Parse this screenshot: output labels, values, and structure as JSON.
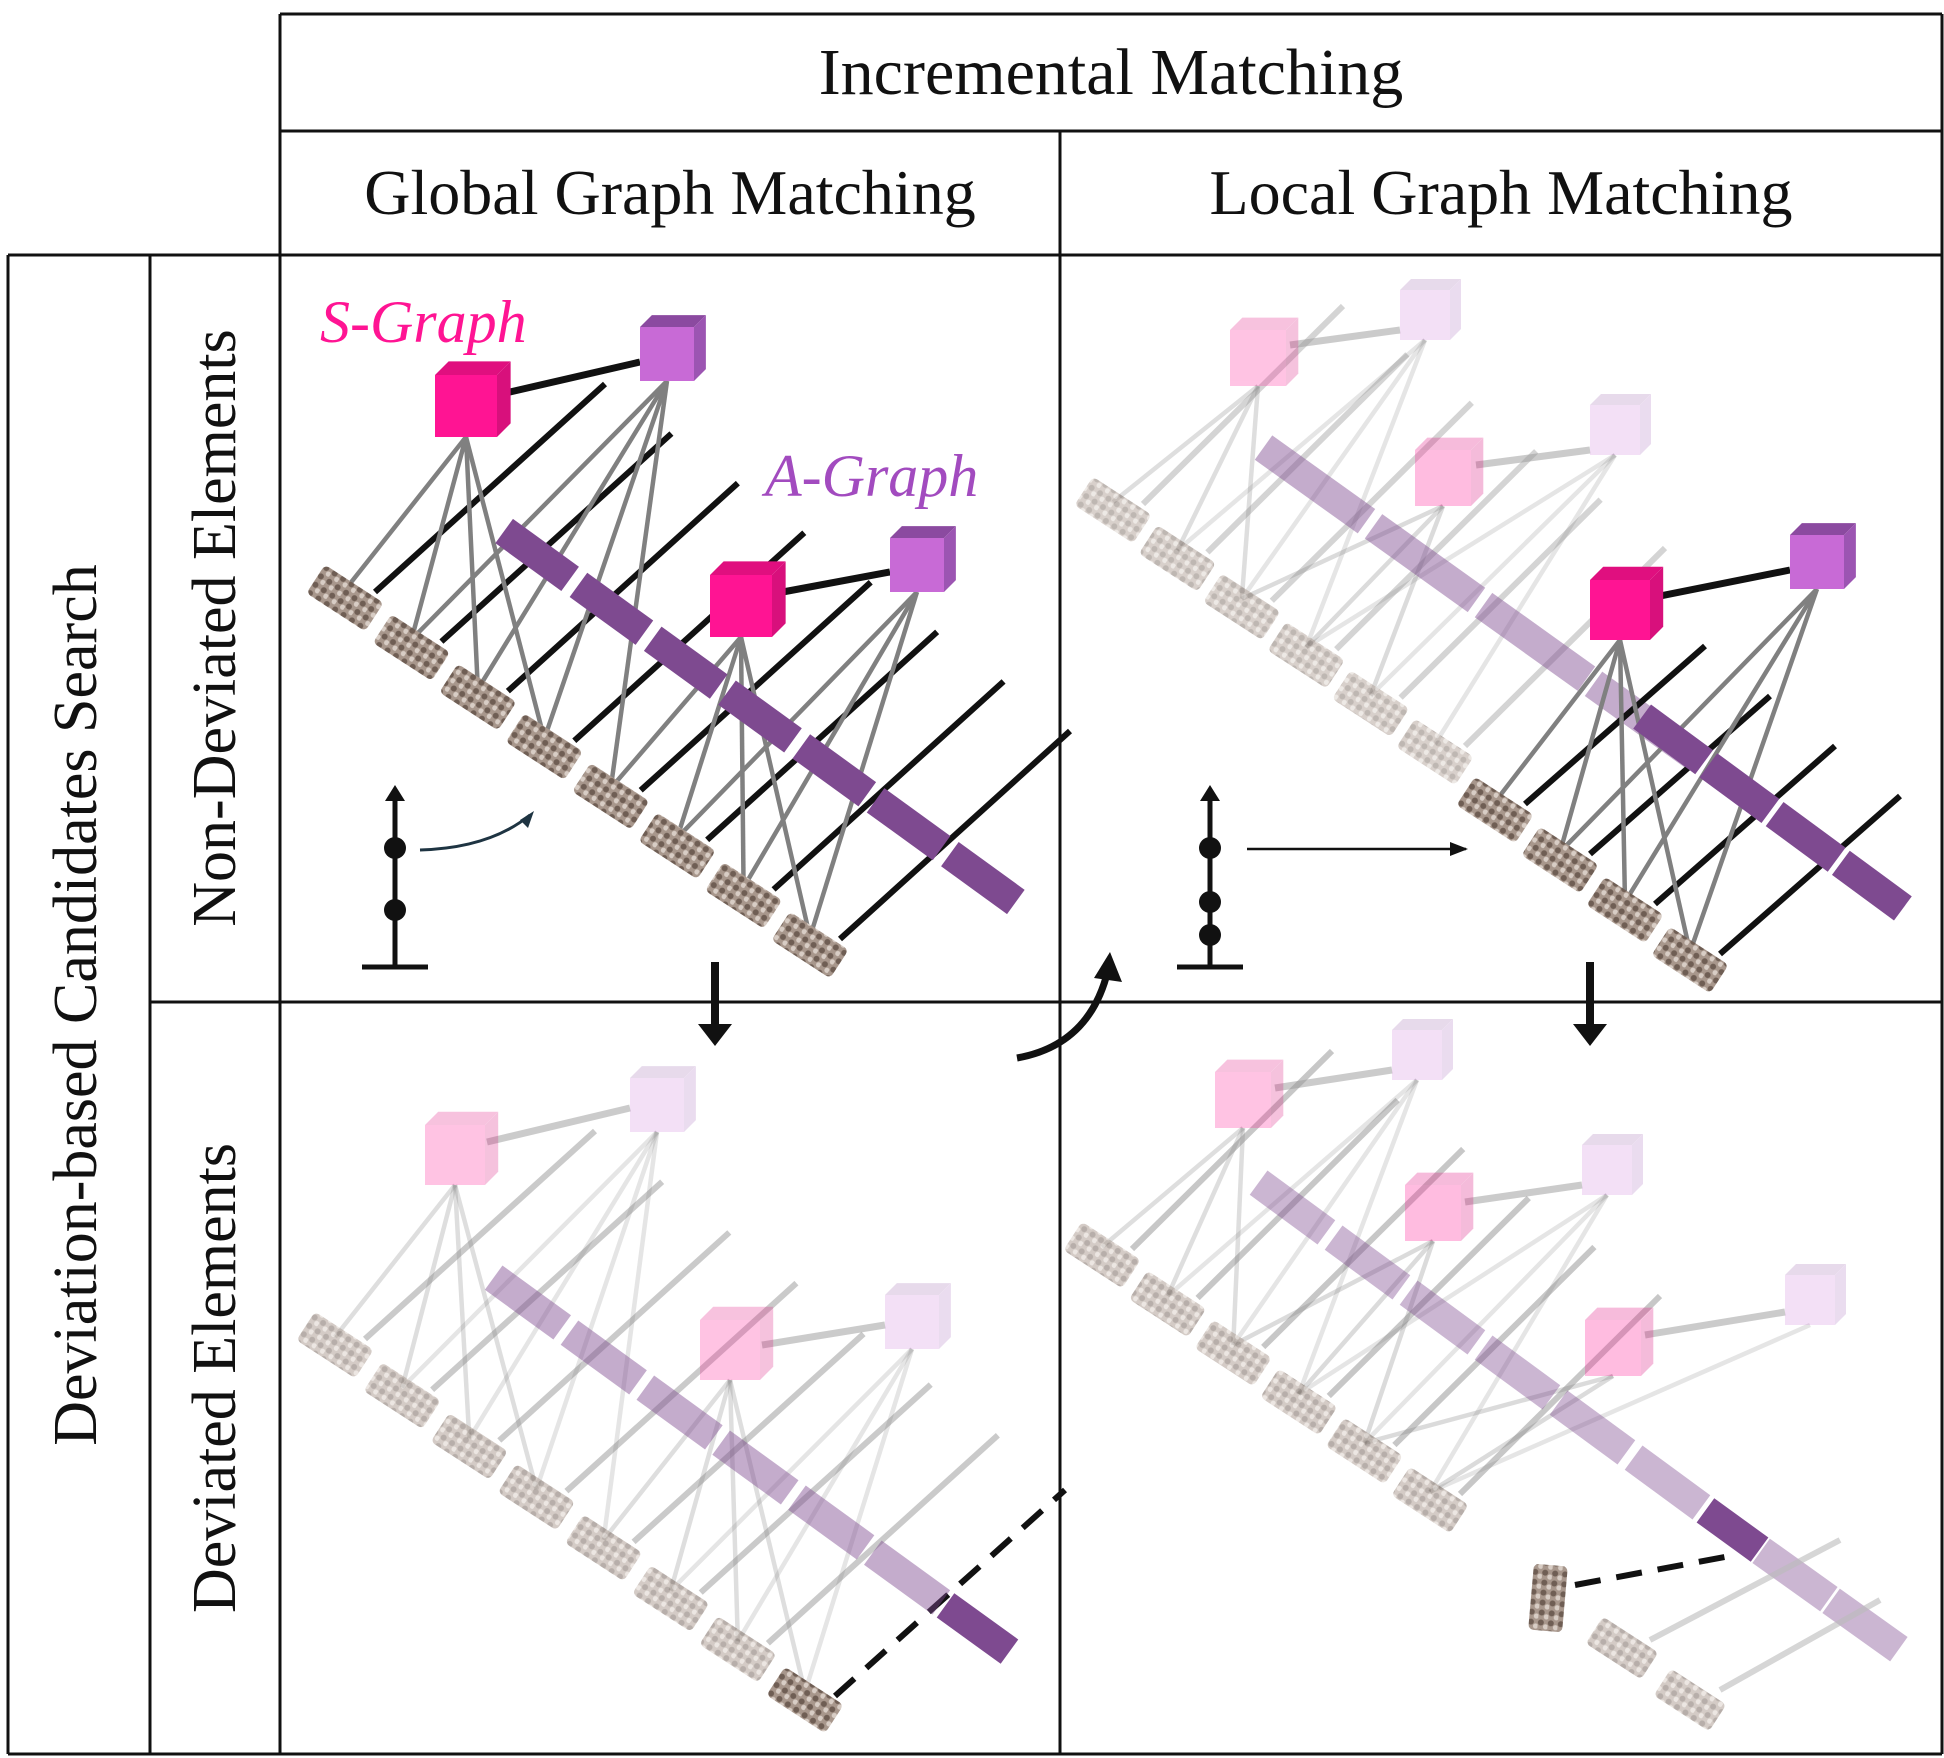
{
  "header": {
    "title": "Incremental Matching"
  },
  "columns": [
    {
      "label": "Global Graph Matching"
    },
    {
      "label": "Local Graph Matching"
    }
  ],
  "rows": {
    "outer_label": "Deviation-based Candidates Search",
    "items": [
      {
        "label": "Non-Deviated Elements"
      },
      {
        "label": "Deviated Elements"
      }
    ]
  },
  "graph_labels": {
    "s_graph": "S-Graph",
    "a_graph": "A-Graph"
  },
  "colors": {
    "s_node": "#ff1493",
    "a_node": "#a65fc2",
    "a_node_top": "#7e3f93",
    "beam": "#7e4a90",
    "edge_gray": "#808080",
    "edge_black": "#111111",
    "point_cluster": "#8b7a70",
    "s_label": "#ff1493",
    "a_label": "#a24bbf"
  }
}
